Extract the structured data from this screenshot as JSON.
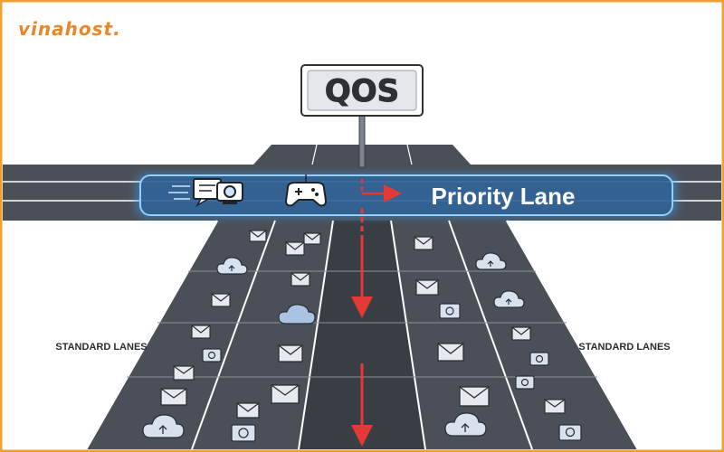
{
  "brand": {
    "logo_text": "vinahost.",
    "accent": "#e8862a"
  },
  "sign": {
    "text": "QOS"
  },
  "priority_lane": {
    "label": "Priority Lane",
    "glow": "#3a9df5",
    "arrow": "#e53935"
  },
  "standard_lanes": {
    "left_label": "STANDARD LANES",
    "right_label": "STANDARD LANES"
  },
  "icons": {
    "priority": [
      "video-call-icon",
      "camera-icon",
      "gamepad-icon"
    ],
    "lanes": [
      "envelope-icon",
      "cloud-upload-icon",
      "photo-icon",
      "cloud-icon"
    ]
  },
  "colors": {
    "frame": "#f0a030",
    "road": "#4b5058",
    "road_dark": "#393d44",
    "lane_line": "#ffffff"
  }
}
